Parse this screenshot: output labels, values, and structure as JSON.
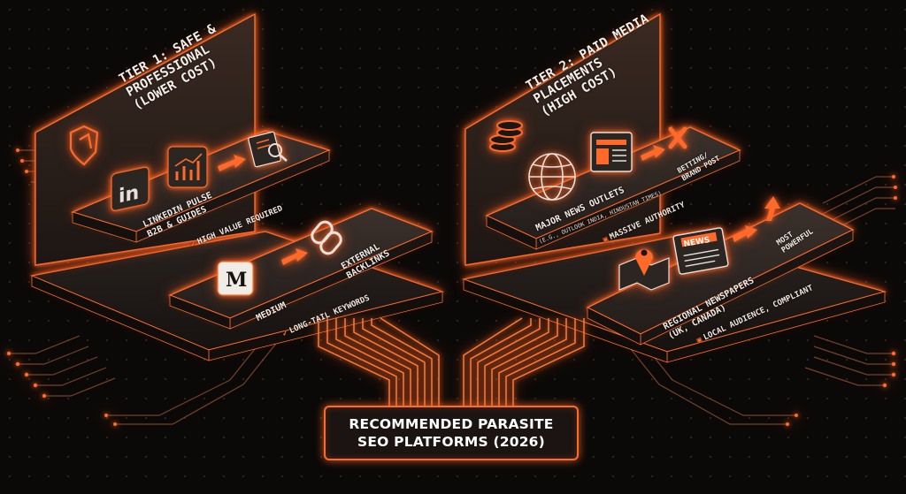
{
  "main_label": {
    "line1": "RECOMMENDED PARASITE",
    "line2": "SEO PLATFORMS (2026)"
  },
  "tier1": {
    "title_lines": [
      "TIER 1: SAFE &",
      "PROFESSIONAL",
      "(LOWER COST)"
    ],
    "icon": "shield-icon",
    "card_top": {
      "icons": [
        "linkedin-icon",
        "chart-icon",
        "arrow-right-icon",
        "magnifier-document-icon"
      ],
      "linkedin_glyph": "in",
      "label_lines": [
        "LINKEDIN PULSE",
        "B2B & GUIDES"
      ],
      "note": "HIGH VALUE REQUIRED"
    },
    "card_bottom": {
      "icons": [
        "medium-icon",
        "arrow-right-icon",
        "chain-link-icon"
      ],
      "medium_glyph": "M",
      "label": "MEDIUM",
      "target_lines": [
        "EXTERNAL",
        "BACKLINKS"
      ],
      "note": "LONG-TAIL KEYWORDS"
    }
  },
  "tier2": {
    "title_lines": [
      "TIER 2: PAID MEDIA",
      "PLACEMENTS",
      "(HIGH COST)"
    ],
    "icon": "coins-icon",
    "card_top": {
      "icons": [
        "globe-icon",
        "newspaper-icon",
        "arrow-right-icon",
        "x-mark-icon"
      ],
      "target_lines": [
        "BETTING/",
        "BRAND POST"
      ],
      "label": "MAJOR NEWS OUTLETS",
      "sublabel": "(E.G., OUTLOOK INDIA, HINDUSTAN TIMES)",
      "note": "MASSIVE AUTHORITY"
    },
    "card_bottom": {
      "icons": [
        "map-pin-icon",
        "folded-newspaper-icon",
        "arrow-up-icon"
      ],
      "news_glyph": "NEWS",
      "label_lines": [
        "REGIONAL NEWSPAPERS",
        "(UK, CANADA)"
      ],
      "target_lines": [
        "MOST",
        "POWERFUL"
      ],
      "note": "LOCAL AUDIENCE, COMPLIANT"
    }
  },
  "colors": {
    "accent": "#ff6a2a",
    "background": "#0b0908",
    "panel": "#2a211d",
    "text": "#f4ece6"
  }
}
